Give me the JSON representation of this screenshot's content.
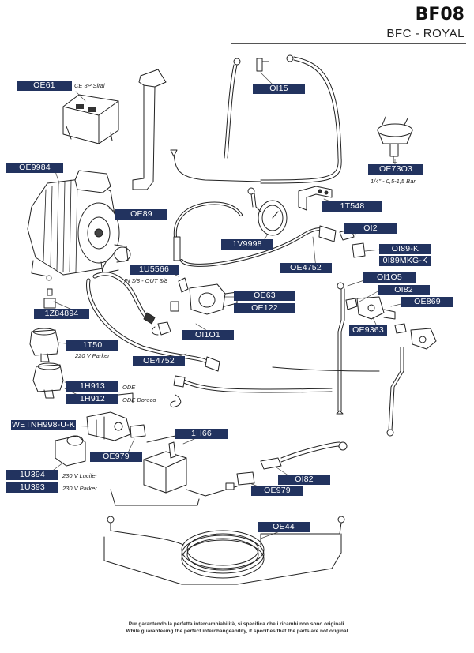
{
  "header": {
    "title": "BF08",
    "subtitle": "BFC - ROYAL"
  },
  "parts": {
    "oe61": "OE61",
    "oi15": "OI15",
    "oe9984": "OE9984",
    "oe7303": "OE73O3",
    "oe89": "OE89",
    "p1t548": "1T548",
    "oi2": "OI2",
    "p1v9998": "1V9998",
    "oi89k": "OI89-K",
    "oi89mkgk": "0I89MKG-K",
    "oe4752a": "OE4752",
    "p1u5566": "1U5566",
    "oi105": "OI1O5",
    "oe63": "OE63",
    "oi82a": "OI82",
    "oe122": "OE122",
    "oe869": "OE869",
    "p1z84894": "1Z84894",
    "oe9363": "OE9363",
    "oi101": "OI1O1",
    "p1t50": "1T50",
    "oe4752b": "OE4752",
    "p1h913": "1H913",
    "p1h912": "1H912",
    "wetnh": "WETNH998-U-K",
    "p1h66": "1H66",
    "oe979a": "OE979",
    "p1u394": "1U394",
    "p1u393": "1U393",
    "oi82b": "OI82",
    "oe979b": "OE979",
    "oe44": "OE44"
  },
  "notes": {
    "oe61": "CE 3P Sirai",
    "oe7303": "1/4\" - 0,5-1,5 Bar",
    "p1u5566": "IN 3/8 - OUT 3/8",
    "p1t50": "220 V Parker",
    "p1h913": "ODE",
    "p1h912": "ODE Doreco",
    "p1u394": "230 V Lucifer",
    "p1u393": "230 V Parker"
  },
  "footer": {
    "line1": "Pur garantendo la perfetta intercambiabilità, si specifica che i ricambi non sono originali.",
    "line2": "While guaranteeing the perfect interchangeability, it specifies that the parts are not original"
  }
}
